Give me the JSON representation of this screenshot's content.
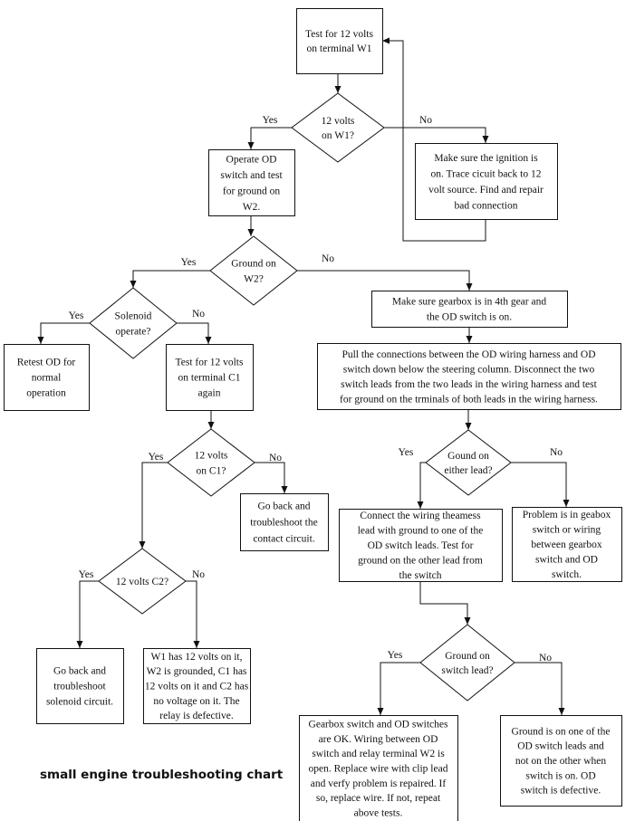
{
  "caption": "small engine troubleshooting chart",
  "edge_labels": {
    "yes": "Yes",
    "no": "No"
  },
  "nodes": {
    "test_w1": [
      "Test for 12 volts",
      "on terminal W1"
    ],
    "q_w1": [
      "12 volts",
      "on W1?"
    ],
    "ignition": [
      "Make sure the ignition is",
      "on. Trace cicuit back to 12",
      "volt source.  Find and repair",
      "bad connection"
    ],
    "operate_od": [
      "Operate OD",
      "switch and test",
      "for ground on",
      "W2."
    ],
    "q_ground_w2": [
      "Ground on",
      "W2?"
    ],
    "gearbox_4th": [
      "Make sure gearbox is in 4th gear and",
      "the OD switch is on."
    ],
    "q_solenoid": [
      "Solenoid",
      "operate?"
    ],
    "pull_conn": [
      "Pull the connections between the OD wiring harness and OD",
      "switch down below the steering column.  Disconnect the two",
      "switch leads from the two leads in the wiring harness and test",
      "for ground on the trminals of both leads in the wiring harness."
    ],
    "retest": [
      "Retest OD for",
      "normal",
      "operation"
    ],
    "test_c1": [
      "Test for 12 volts",
      "on terminal C1",
      "again"
    ],
    "q_c1": [
      "12 volts",
      "on C1?"
    ],
    "q_either": [
      "Gound on",
      "either lead?"
    ],
    "contact": [
      "Go back and",
      "troubleshoot the",
      "contact circuit."
    ],
    "connect": [
      "Connect the wiring theamess",
      "lead with ground to one of the",
      "OD switch leads.  Test for",
      "ground on the other lead from",
      "the switch"
    ],
    "problem": [
      "Problem is in geabox",
      "switch or wiring",
      "between gearbox",
      "switch and OD",
      "switch."
    ],
    "q_c2": [
      "12 volts C2?"
    ],
    "q_switch": [
      "Ground on",
      "switch lead?"
    ],
    "solenoid_circuit": [
      "Go back and",
      "troubleshoot",
      "solenoid circuit."
    ],
    "relay": [
      "W1 has 12 volts on it,",
      "W2 is grounded, C1 has",
      "12 volts on it and C2 has",
      "no voltage on it.  The",
      "relay is defective."
    ],
    "switches_ok": [
      "Gearbox switch and OD switches",
      "are OK.  Wiring between OD",
      "switch and relay terminal W2 is",
      "open. Replace wire with clip lead",
      "and verfy problem is repaired.  If",
      "so, replace wire.  If not, repeat",
      "above tests."
    ],
    "ground_one": [
      "Ground is on one of the",
      "OD switch leads and",
      "not on the other when",
      "switch is on.  OD",
      "switch is defective."
    ]
  }
}
